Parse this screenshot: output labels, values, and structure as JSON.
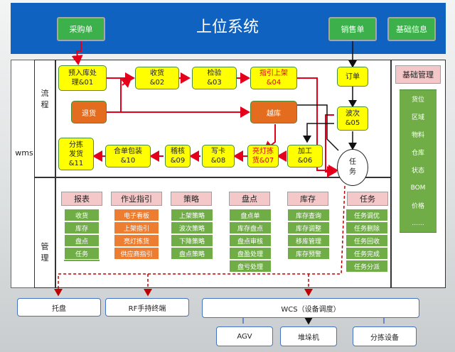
{
  "banner": {
    "title": "上位系统",
    "purchase": "采购单",
    "sales": "销售单",
    "basic": "基础信息"
  },
  "labels": {
    "flow": "流\n程",
    "wms": "wms",
    "manage": "管\n理"
  },
  "flow": {
    "pre_receive": "预入库处\n理&01",
    "receive": "收货\n&02",
    "inspect": "检验\n&03",
    "guide_shelf": "指引上架\n&04",
    "return": "退货",
    "cross_dock": "越库",
    "order": "订单",
    "wave": "波次\n&05",
    "sort_ship": "分拣\n发货\n&11",
    "merge_pack": "合单包装\n&10",
    "check": "稽核\n&09",
    "write_card": "写卡\n&08",
    "light_pick": "亮灯拣\n货&07",
    "process": "加工\n&06",
    "task": "任\n务"
  },
  "basic_mgmt": {
    "header": "基础管理",
    "items": [
      "货位",
      "区域",
      "物料",
      "仓库",
      "状态",
      "BOM",
      "价格",
      "......"
    ]
  },
  "modules": [
    {
      "header": "报表",
      "items": [
        "收货",
        "库存",
        "盘点",
        "任务"
      ]
    },
    {
      "header": "作业指引",
      "items": [
        "电子看板",
        "上架指引",
        "亮灯拣货",
        "供应商指引"
      ]
    },
    {
      "header": "策略",
      "items": [
        "上架策略",
        "波次策略",
        "下降策略",
        "盘点策略"
      ]
    },
    {
      "header": "盘点",
      "items": [
        "盘点单",
        "库存盘点",
        "盘点审核",
        "盘盈处理",
        "盘亏处理"
      ]
    },
    {
      "header": "库存",
      "items": [
        "库存查询",
        "库存调整",
        "移库管理",
        "库存预警"
      ]
    },
    {
      "header": "任务",
      "items": [
        "任务调优",
        "任务删除",
        "任务回收",
        "任务完成",
        "任务分派"
      ]
    }
  ],
  "bottom": {
    "tray": "托盘",
    "rf": "RF手持终端",
    "wcs": "WCS（设备调度）",
    "agv": "AGV",
    "stacker": "堆垛机",
    "sorter": "分拣设备"
  },
  "colors": {
    "banner": "#1062c0",
    "flow_box": "#ffff00",
    "green_box": "#3cb04a",
    "cell": "#70ad47",
    "header": "#f4c7c8",
    "arrow_red": "#e4001b"
  }
}
